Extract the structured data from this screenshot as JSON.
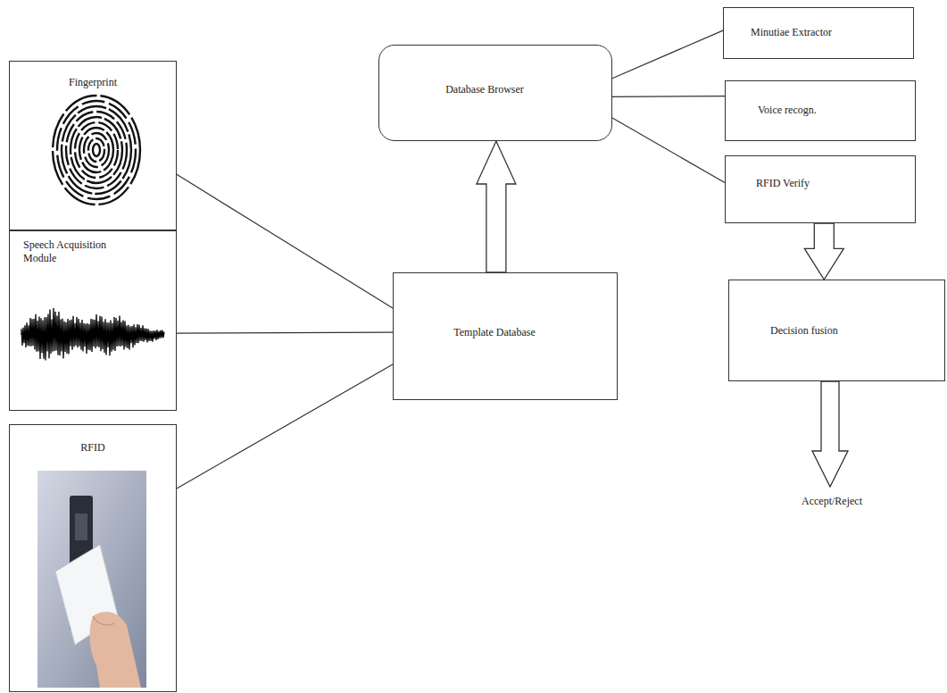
{
  "diagram": {
    "nodes": [
      {
        "text": [
          "Fingerprint"
        ]
      },
      {
        "text": [
          "Speech Acquisition Module"
        ]
      },
      {
        "text": [
          "RFID"
        ]
      },
      {
        "text": [
          "Template Database"
        ]
      },
      {
        "text": [
          "Database Browser"
        ]
      },
      {
        "text": [
          "Minutiae Extractor"
        ]
      },
      {
        "text": [
          "Voice recogn."
        ]
      },
      {
        "text": [
          "RFID Verify"
        ]
      },
      {
        "text": [
          "Decision fusion"
        ]
      }
    ],
    "edges": [
      {
        "from": 0,
        "to": 3,
        "arrow": "none"
      },
      {
        "from": 1,
        "to": 3,
        "arrow": "none"
      },
      {
        "from": 2,
        "to": 3,
        "arrow": "none"
      },
      {
        "from": 3,
        "to": 4,
        "arrow": "to"
      },
      {
        "from": 4,
        "to": 5,
        "arrow": "none"
      },
      {
        "from": 4,
        "to": 6,
        "arrow": "none"
      },
      {
        "from": 4,
        "to": 7,
        "arrow": "none"
      },
      {
        "from": 7,
        "to": 8,
        "arrow": "to"
      }
    ],
    "labels": [
      "Accept/Reject"
    ]
  }
}
